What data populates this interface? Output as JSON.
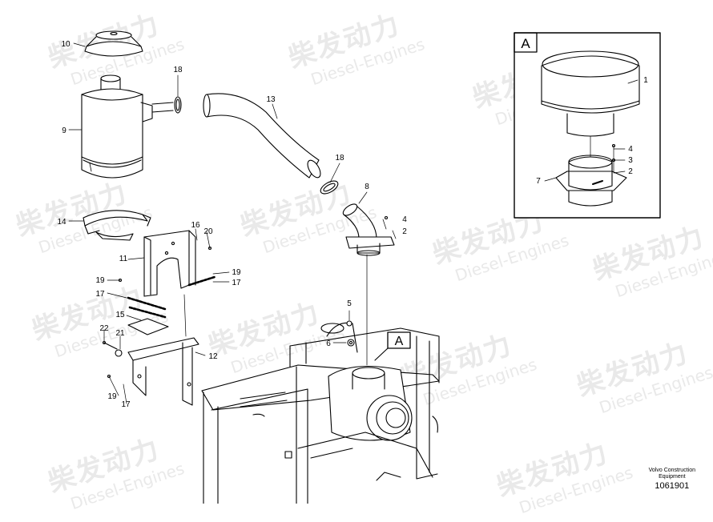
{
  "watermark": {
    "cn": "柴发动力",
    "en": "Diesel-Engines"
  },
  "detail": {
    "label": "A",
    "callouts": [
      "1",
      "4",
      "3",
      "2",
      "7"
    ]
  },
  "main_view_tag": "A",
  "callouts": [
    "10",
    "9",
    "18",
    "13",
    "18",
    "8",
    "4",
    "2",
    "14",
    "16",
    "20",
    "11",
    "19",
    "17",
    "19",
    "17",
    "15",
    "22",
    "21",
    "12",
    "19",
    "17",
    "5",
    "6"
  ],
  "footer": {
    "company_line1": "Volvo Construction",
    "company_line2": "Equipment",
    "part_number": "1061901"
  }
}
